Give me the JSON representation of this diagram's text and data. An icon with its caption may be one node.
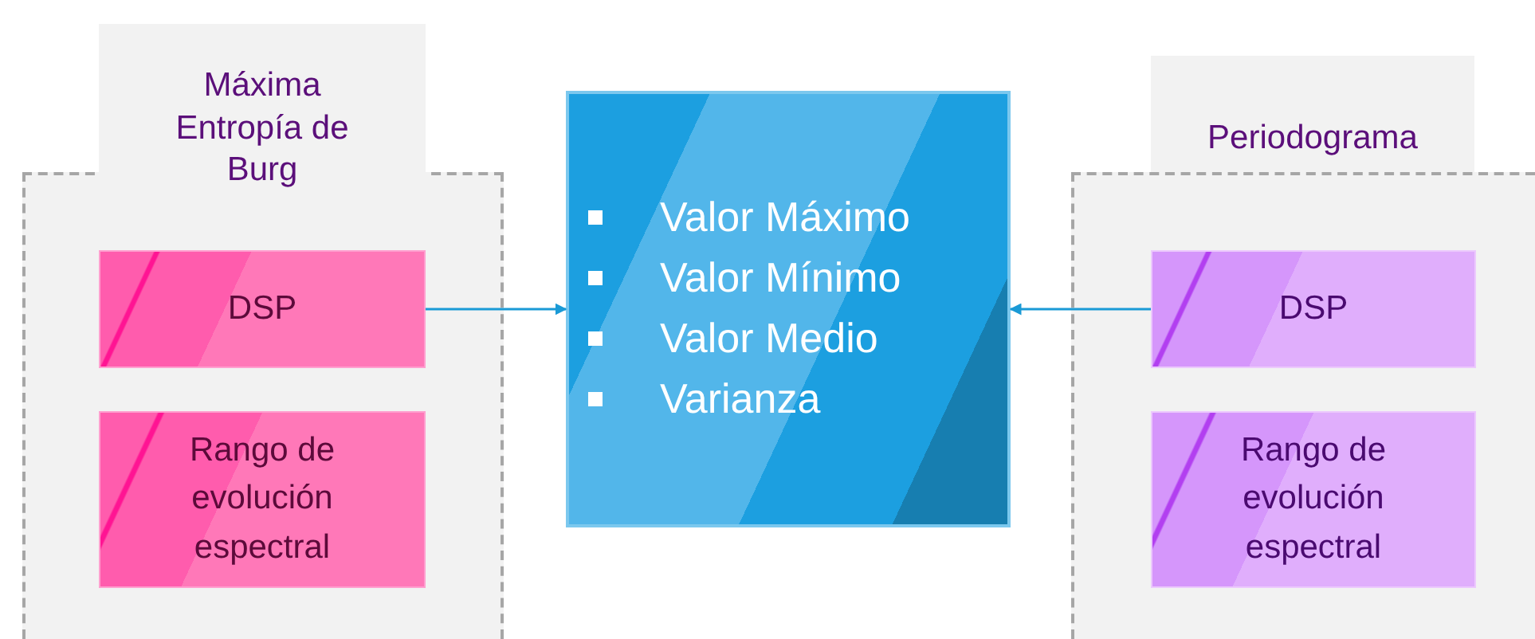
{
  "diagram": {
    "nodes": [
      {
        "text": [
          "Máxima Entropía de Burg"
        ]
      },
      {
        "text": [
          "DSP"
        ],
        "in": 0
      },
      {
        "text": [
          "Rango de evolución espectral"
        ],
        "in": 0
      },
      {
        "text": [
          "Valor Máximo",
          "Valor Mínimo",
          "Valor Medio",
          "Varianza"
        ]
      },
      {
        "text": [
          "Periodograma"
        ]
      },
      {
        "text": [
          "DSP"
        ],
        "in": 4
      },
      {
        "text": [
          "Rango de evolución espectral"
        ],
        "in": 4
      }
    ],
    "edges": [
      {
        "from": 1,
        "to": 3,
        "arrow": "to"
      },
      {
        "from": 5,
        "to": 3,
        "arrow": "to"
      }
    ]
  }
}
